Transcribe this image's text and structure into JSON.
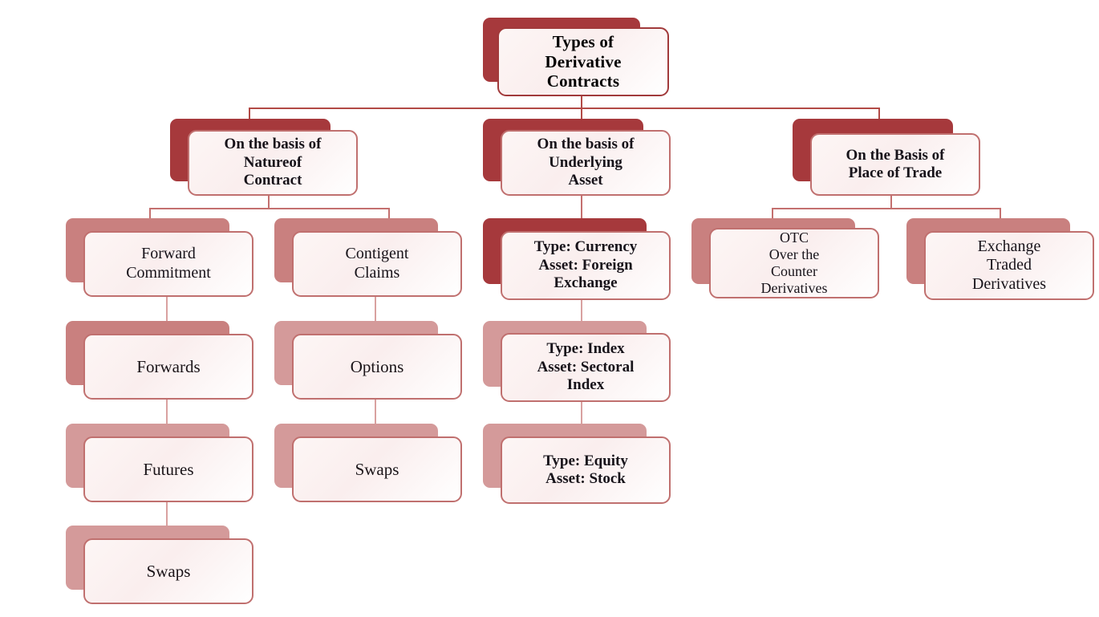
{
  "diagram": {
    "title": "Types of Derivative Contracts",
    "type": "organizational-tree",
    "colors": {
      "shadow_dark": "#a6393c",
      "shadow_mid": "#c9807f",
      "shadow_light": "#d49a9a",
      "node_border": "#c0706f",
      "root_border": "#a13a3b",
      "connector": "#c4706f",
      "node_fill": "#fdf6f5",
      "text": "#17131a",
      "background": "#ffffff"
    },
    "root": {
      "label": "Types of\nDerivative\nContracts"
    },
    "branches": [
      {
        "label": "On the basis of\nNatureof\nContract",
        "children": [
          {
            "label": "Forward\nCommitment",
            "children": [
              {
                "label": "Forwards"
              },
              {
                "label": "Futures"
              },
              {
                "label": "Swaps"
              }
            ]
          },
          {
            "label": "Contigent\nClaims",
            "children": [
              {
                "label": "Options"
              },
              {
                "label": "Swaps"
              }
            ]
          }
        ]
      },
      {
        "label": "On the basis of\nUnderlying\nAsset",
        "children": [
          {
            "label": "Type: Currency\nAsset: Foreign\nExchange"
          },
          {
            "label": "Type: Index\nAsset: Sectoral\nIndex"
          },
          {
            "label": "Type: Equity\nAsset: Stock"
          }
        ]
      },
      {
        "label": "On the Basis of\nPlace of Trade",
        "children": [
          {
            "label": "OTC\nOver the\nCounter\nDerivatives"
          },
          {
            "label": "Exchange\nTraded\nDerivatives"
          }
        ]
      }
    ]
  }
}
